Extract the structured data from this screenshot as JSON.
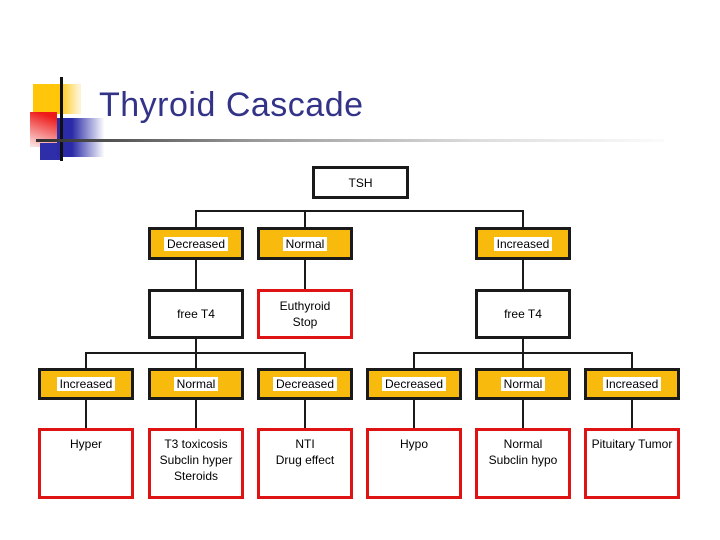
{
  "slide": {
    "title": "Thyroid Cascade"
  },
  "flowchart": {
    "root": "TSH",
    "level2": [
      "Decreased",
      "Normal",
      "Increased"
    ],
    "level3": [
      [
        "free T4"
      ],
      [
        "Euthyroid",
        "Stop"
      ],
      [
        "free T4"
      ]
    ],
    "level4": [
      "Increased",
      "Normal",
      "Decreased",
      "Decreased",
      "Normal",
      "Increased"
    ],
    "level5": [
      [
        "Hyper"
      ],
      [
        "T3 toxicosis",
        "Subclin hyper",
        "Steroids"
      ],
      [
        "NTI",
        "Drug effect"
      ],
      [
        "Hypo"
      ],
      [
        "Normal",
        "Subclin hypo"
      ],
      [
        "Pituitary Tumor"
      ]
    ]
  },
  "colors": {
    "title_color": "#333388",
    "node_yellow": "#F8BA0D",
    "border_black": "#1A1A1A",
    "border_red": "#DE1414",
    "connector": "#1A1A1A"
  }
}
